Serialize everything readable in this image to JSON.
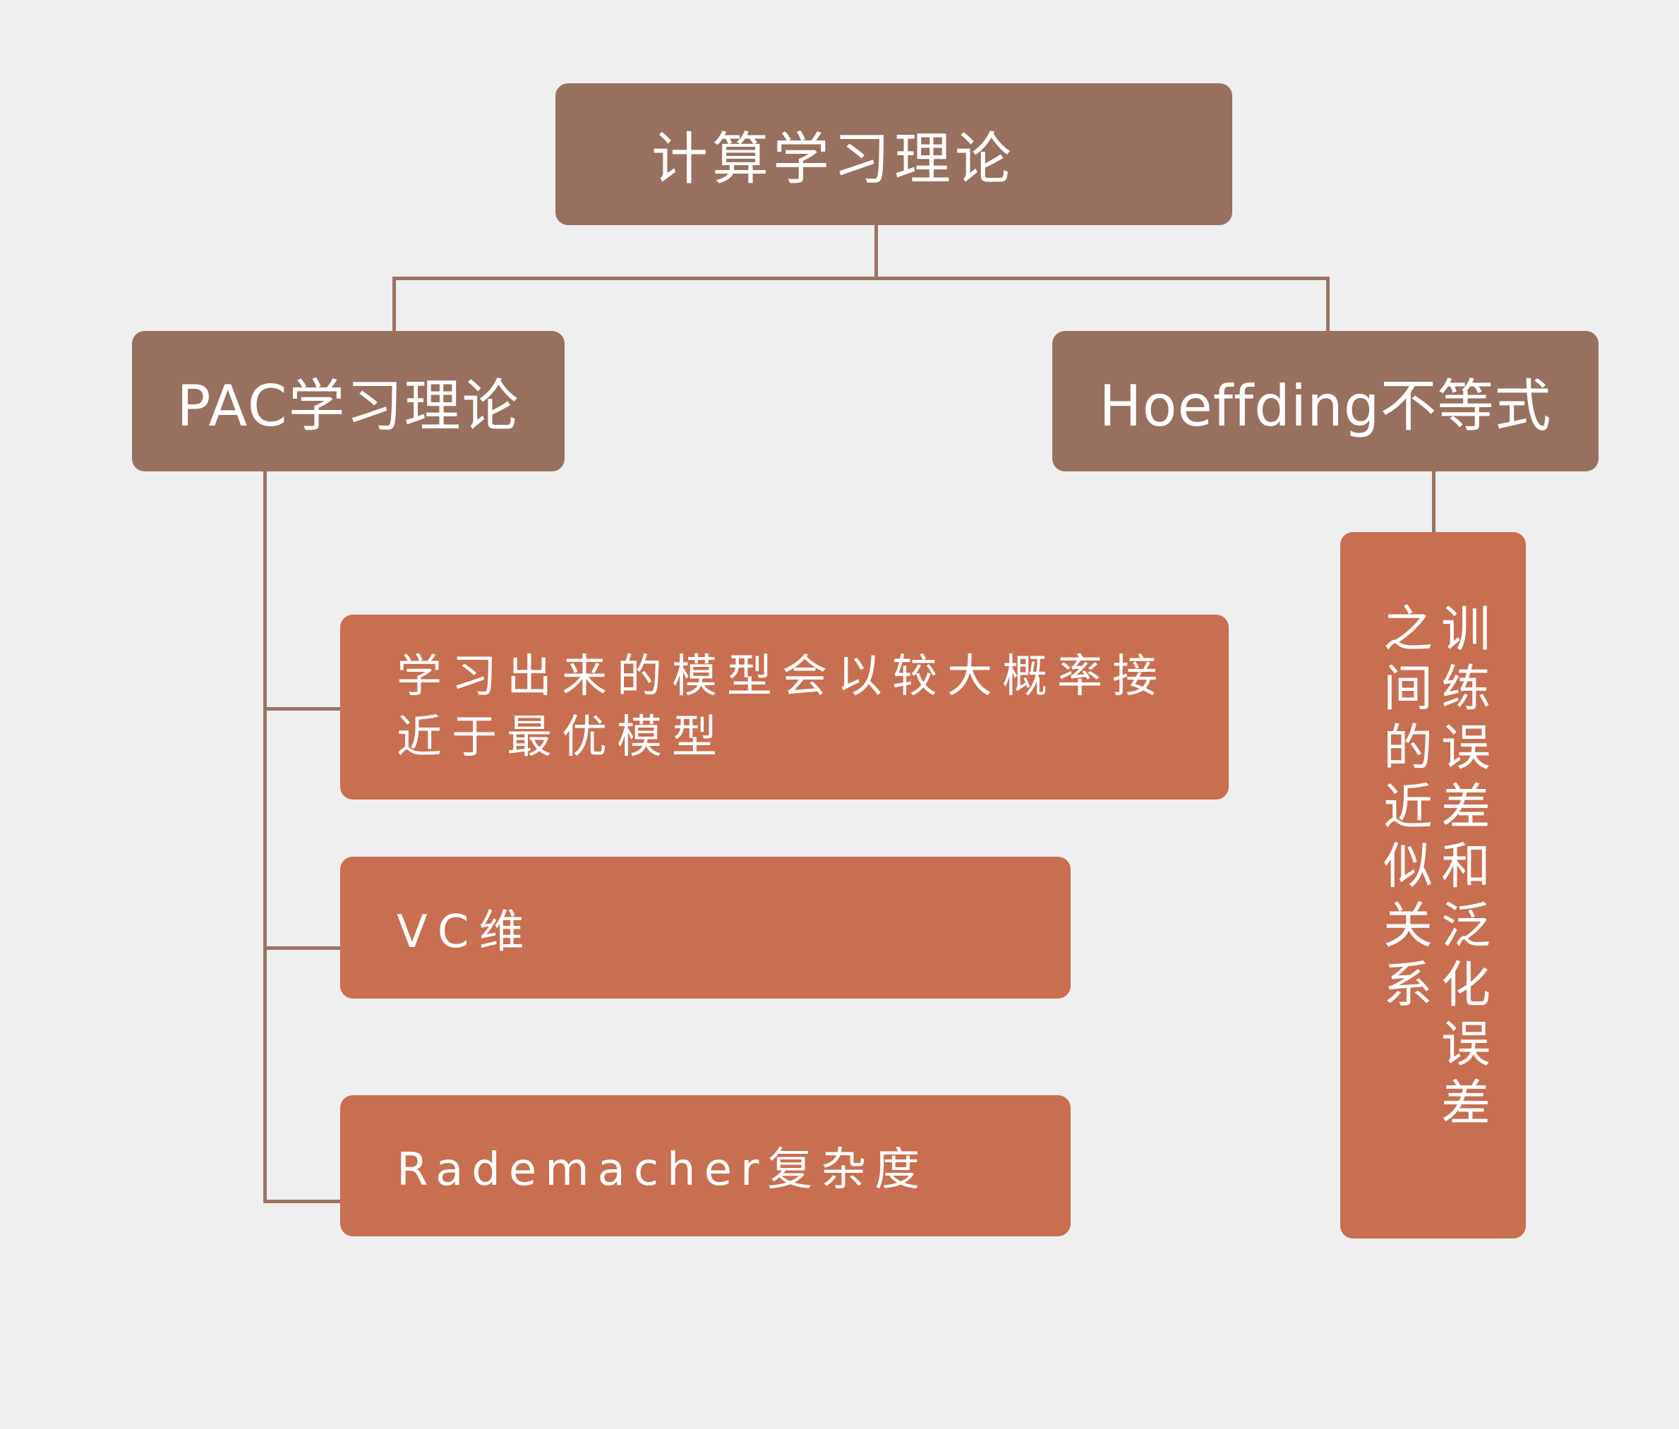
{
  "diagram": {
    "type": "tree",
    "colors": {
      "background": "#efefef",
      "level1_fill": "#98705f",
      "level2_fill": "#c86e51",
      "connector": "#9a7462",
      "text": "#ffffff"
    },
    "root": {
      "label": "计算学习理论"
    },
    "branches": [
      {
        "label": "PAC学习理论",
        "children": [
          {
            "label": "学习出来的模型会以较大概率接近于最优模型"
          },
          {
            "label": "VC维"
          },
          {
            "label": "Rademacher复杂度"
          }
        ]
      },
      {
        "label": "Hoeffding不等式",
        "children": [
          {
            "label": "训练误差和泛化误差之间的近似关系"
          }
        ]
      }
    ]
  }
}
